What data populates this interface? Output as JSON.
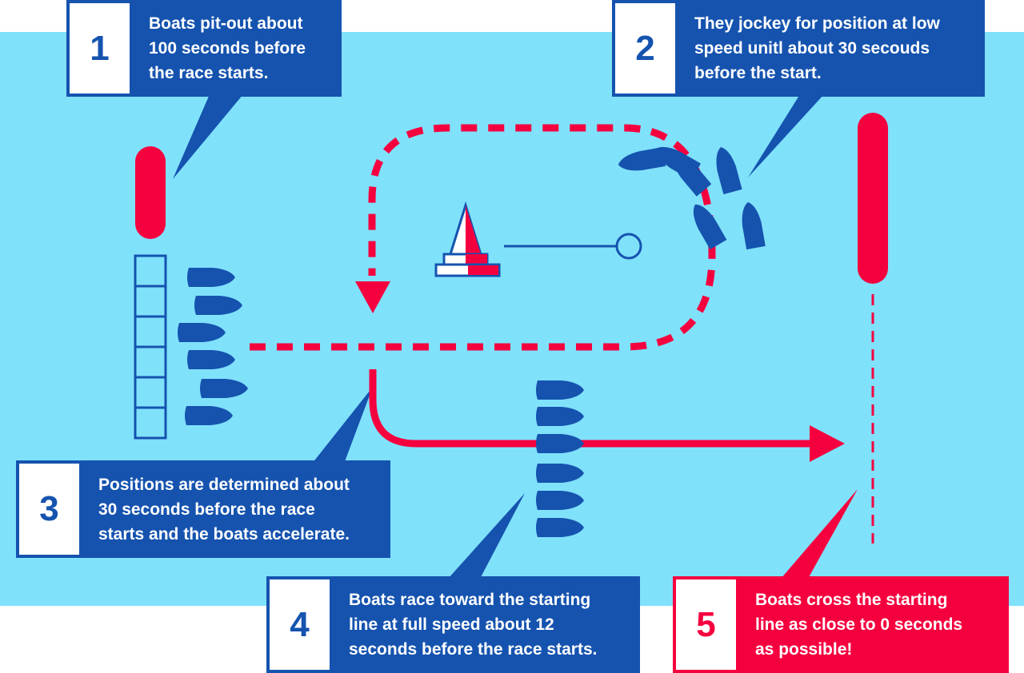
{
  "colors": {
    "water": "#80e1fb",
    "navy": "#1553af",
    "red": "#f5003f",
    "white": "#ffffff"
  },
  "steps": [
    {
      "number": "1",
      "text": "Boats pit-out about\n100 seconds before\nthe race starts."
    },
    {
      "number": "2",
      "text": "They jockey for position at low\nspeed unitl about 30 secouds\nbefore the start."
    },
    {
      "number": "3",
      "text": "Positions are determined about\n30 seconds before the race\nstarts and the boats accelerate."
    },
    {
      "number": "4",
      "text": "Boats race toward the starting\nline at full speed about 12\nseconds before the race starts."
    },
    {
      "number": "5",
      "text": "Boats cross the starting\nline as close to 0 seconds\nas possible!"
    }
  ],
  "icons": {
    "pit_dock": "pit-dock-icon",
    "buoy": "buoy-icon",
    "start_marker": "start-line-marker-icon",
    "start_boat": "start-boat-icon",
    "boat": "boat-icon"
  }
}
